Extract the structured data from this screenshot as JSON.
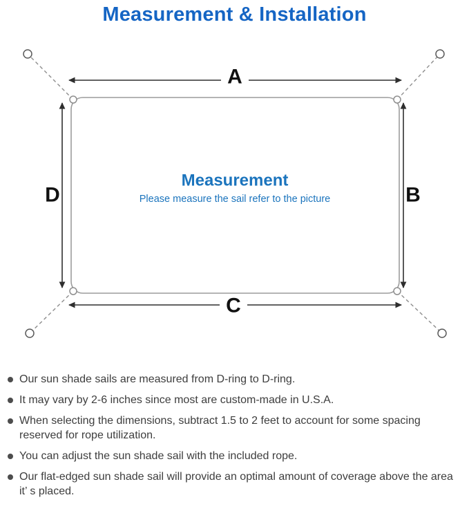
{
  "page": {
    "title": "Measurement & Installation"
  },
  "diagram": {
    "side_labels": {
      "top": "A",
      "right": "B",
      "bottom": "C",
      "left": "D"
    },
    "center": {
      "title": "Measurement",
      "subtitle": "Please measure the sail refer to the picture"
    }
  },
  "notes": [
    "Our sun shade sails are measured from D-ring to D-ring.",
    "It may vary by 2-6 inches since most are custom-made in U.S.A.",
    "When selecting the dimensions, subtract 1.5 to 2 feet to account for some spacing reserved for rope utilization.",
    "You can adjust the sun shade sail with the included rope.",
    "Our flat-edged sun shade sail will provide an optimal amount of coverage above the area it’ s placed."
  ],
  "colors": {
    "title_blue": "#1565c4",
    "measurement_blue": "#1b74bd",
    "label_black": "#111111",
    "arrow_dark": "#2e2e2e",
    "sail_border_gray": "#9c9c9c",
    "rope_gray": "#8d8d8d",
    "body_text": "#3d3d3d",
    "bullet_gray": "#4d4d4d"
  }
}
